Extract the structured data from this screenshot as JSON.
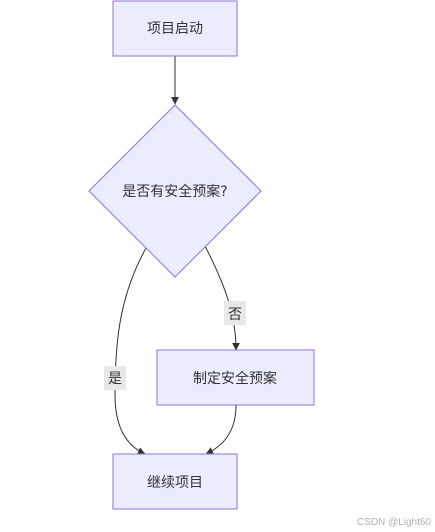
{
  "diagram": {
    "nodes": {
      "start": {
        "label": "项目启动"
      },
      "decision": {
        "label": "是否有安全预案?"
      },
      "make_plan": {
        "label": "制定安全预案"
      },
      "continue": {
        "label": "继续项目"
      }
    },
    "edges": {
      "no_label": "否",
      "yes_label": "是"
    }
  },
  "watermark": "CSDN @Light60",
  "colors": {
    "node_fill": "#ECECFF",
    "node_stroke": "#9370DB",
    "edge": "#333333",
    "label_bg": "#E8E8E8",
    "text": "#333333"
  }
}
